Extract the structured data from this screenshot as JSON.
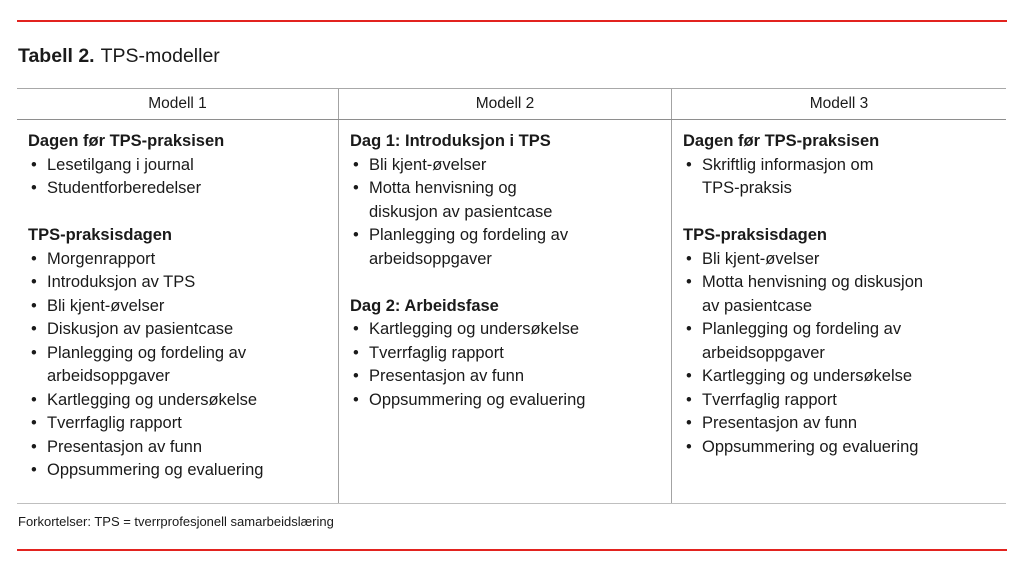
{
  "page": {
    "title_prefix": "Tabell 2.",
    "title": "TPS-modeller",
    "footnote": "Forkortelser: TPS = tverrprofesjonell samarbeidslæring",
    "accent_color": "#e2231f",
    "text_color": "#1a1a1a",
    "border_color": "#a3a3a3"
  },
  "table": {
    "columns": [
      {
        "header": "Modell 1",
        "sections": [
          {
            "heading": "Dagen før TPS-praksisen",
            "items": [
              "Lesetilgang i journal",
              "Studentforberedelser"
            ]
          },
          {
            "heading": "TPS-praksisdagen",
            "items": [
              "Morgenrapport",
              "Introduksjon av TPS",
              "Bli kjent-øvelser",
              "Diskusjon av pasientcase",
              "Planlegging og fordeling av\narbeidsoppgaver",
              "Kartlegging og undersøkelse",
              "Tverrfaglig rapport",
              "Presentasjon av funn",
              "Oppsummering og evaluering"
            ]
          }
        ]
      },
      {
        "header": "Modell 2",
        "sections": [
          {
            "heading": "Dag 1: Introduksjon i TPS",
            "items": [
              "Bli kjent-øvelser",
              "Motta henvisning og\ndiskusjon av pasientcase",
              "Planlegging og fordeling av\narbeidsoppgaver"
            ]
          },
          {
            "heading": "Dag 2: Arbeidsfase",
            "items": [
              "Kartlegging og undersøkelse",
              "Tverrfaglig rapport",
              "Presentasjon av funn",
              "Oppsummering og evaluering"
            ]
          }
        ]
      },
      {
        "header": "Modell 3",
        "sections": [
          {
            "heading": "Dagen før TPS-praksisen",
            "items": [
              "Skriftlig informasjon om\nTPS-praksis"
            ]
          },
          {
            "heading": "TPS-praksisdagen",
            "items": [
              "Bli kjent-øvelser",
              "Motta henvisning og diskusjon\nav pasientcase",
              "Planlegging og fordeling av\narbeidsoppgaver",
              "Kartlegging og undersøkelse",
              "Tverrfaglig rapport",
              "Presentasjon av funn",
              "Oppsummering og evaluering"
            ]
          }
        ]
      }
    ]
  }
}
